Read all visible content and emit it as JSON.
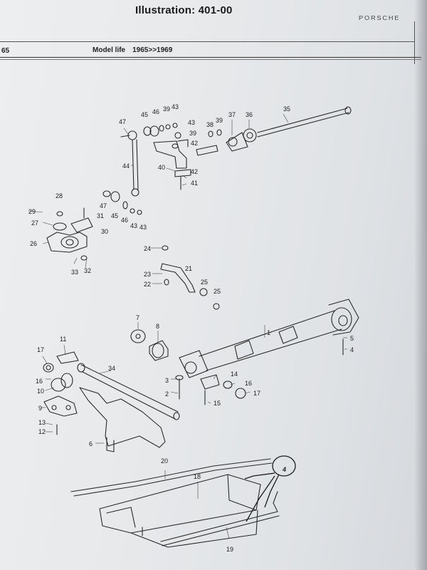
{
  "header": {
    "title": "Illustration: 401-00",
    "brand": "PORSCHE",
    "page_number": "65",
    "model_life_label": "Model life",
    "model_life_years": "1965>>1969"
  },
  "diagram": {
    "callouts": [
      "1",
      "2",
      "3",
      "4",
      "5",
      "6",
      "7",
      "8",
      "9",
      "10",
      "11",
      "12",
      "13",
      "14",
      "15",
      "16",
      "17",
      "18",
      "19",
      "20",
      "21",
      "22",
      "23",
      "24",
      "25",
      "25",
      "26",
      "27",
      "28",
      "29",
      "30",
      "31",
      "32",
      "33",
      "34",
      "35",
      "36",
      "37",
      "38",
      "39",
      "39",
      "39",
      "40",
      "41",
      "42",
      "42",
      "43",
      "43",
      "43",
      "44",
      "45",
      "45",
      "46",
      "46",
      "47",
      "47"
    ],
    "handwritten_note": "4"
  }
}
